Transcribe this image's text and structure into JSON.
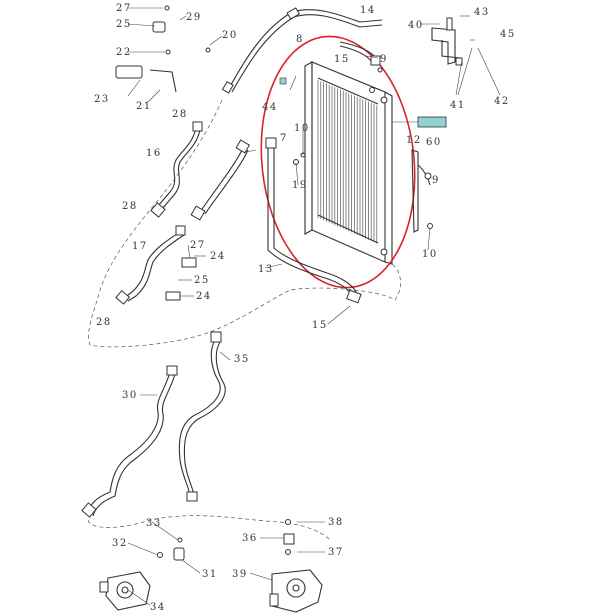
{
  "diagram": {
    "callouts": [
      {
        "id": "c27a",
        "text": "27"
      },
      {
        "id": "c25a",
        "text": "25"
      },
      {
        "id": "c29",
        "text": "29"
      },
      {
        "id": "c22",
        "text": "22"
      },
      {
        "id": "c20",
        "text": "20"
      },
      {
        "id": "c14",
        "text": "14"
      },
      {
        "id": "c8",
        "text": "8"
      },
      {
        "id": "c15a",
        "text": "15"
      },
      {
        "id": "c9a",
        "text": "9"
      },
      {
        "id": "c40",
        "text": "40"
      },
      {
        "id": "c43",
        "text": "43"
      },
      {
        "id": "c45",
        "text": "45"
      },
      {
        "id": "c41",
        "text": "41"
      },
      {
        "id": "c42",
        "text": "42"
      },
      {
        "id": "c23",
        "text": "23"
      },
      {
        "id": "c21",
        "text": "21"
      },
      {
        "id": "c28a",
        "text": "28"
      },
      {
        "id": "c44",
        "text": "44"
      },
      {
        "id": "c7",
        "text": "7"
      },
      {
        "id": "c10a",
        "text": "10"
      },
      {
        "id": "c19",
        "text": "19"
      },
      {
        "id": "c12",
        "text": "12"
      },
      {
        "id": "c60",
        "text": "60"
      },
      {
        "id": "c9b",
        "text": "9"
      },
      {
        "id": "c16",
        "text": "16"
      },
      {
        "id": "c28b",
        "text": "28"
      },
      {
        "id": "c17",
        "text": "17"
      },
      {
        "id": "c27b",
        "text": "27"
      },
      {
        "id": "c24a",
        "text": "24"
      },
      {
        "id": "c25b",
        "text": "25"
      },
      {
        "id": "c24b",
        "text": "24"
      },
      {
        "id": "c28c",
        "text": "28"
      },
      {
        "id": "c13",
        "text": "13"
      },
      {
        "id": "c10b",
        "text": "10"
      },
      {
        "id": "c15b",
        "text": "15"
      },
      {
        "id": "c35",
        "text": "35"
      },
      {
        "id": "c30",
        "text": "30"
      },
      {
        "id": "c33",
        "text": "33"
      },
      {
        "id": "c38",
        "text": "38"
      },
      {
        "id": "c36",
        "text": "36"
      },
      {
        "id": "c32",
        "text": "32"
      },
      {
        "id": "c37",
        "text": "37"
      },
      {
        "id": "c31",
        "text": "31"
      },
      {
        "id": "c39",
        "text": "39"
      },
      {
        "id": "c34",
        "text": "34"
      }
    ],
    "reference_tag": "",
    "colors": {
      "line": "#333333",
      "highlight": "#d8232a",
      "tag": "#8fd3d3"
    }
  }
}
